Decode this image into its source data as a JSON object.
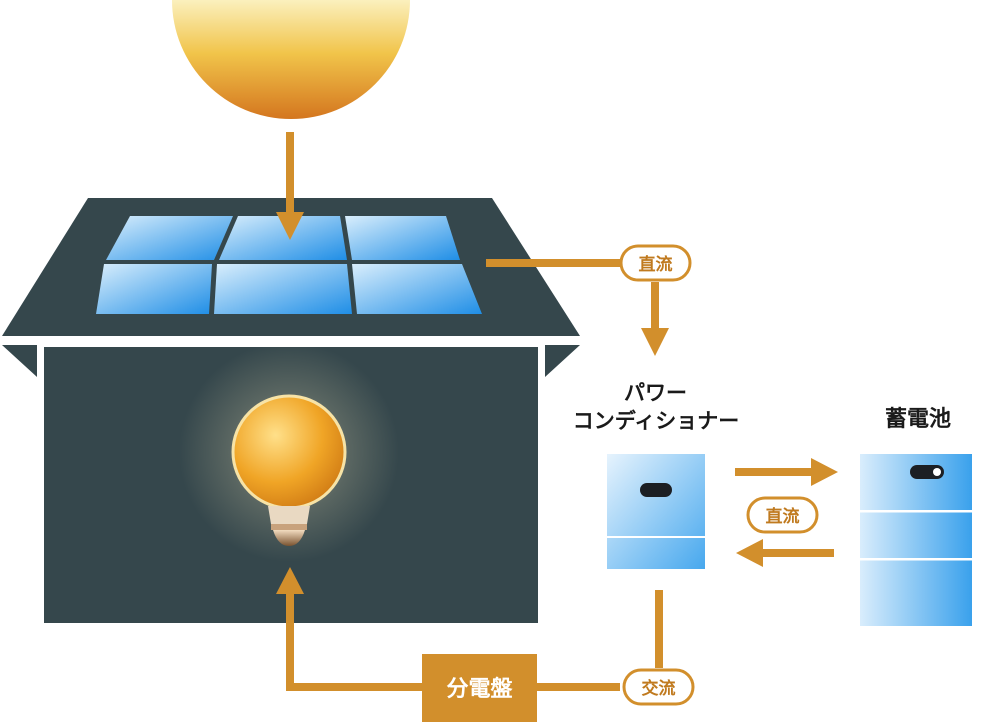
{
  "labels": {
    "power_conditioner_line1": "パワー",
    "power_conditioner_line2": "コンディショナー",
    "battery": "蓄電池",
    "distribution_board": "分電盤",
    "dc_top": "直流",
    "dc_middle": "直流",
    "ac_bottom": "交流"
  },
  "colors": {
    "roof": "#35474c",
    "house": "#35474c",
    "flow": "#d28f2c",
    "panel_light": "#cfe8fb",
    "panel_dark": "#1e8fe6",
    "sun_top": "#f6e7a8",
    "sun_bottom": "#d27a22",
    "pill_border": "#d28f2c",
    "pill_text": "#c07a1f",
    "board_fill": "#d28f2c",
    "board_text": "#ffffff"
  },
  "icons": [
    "sun-icon",
    "solar-panel-icon",
    "house-icon",
    "light-bulb-icon",
    "power-conditioner-icon",
    "battery-icon"
  ]
}
